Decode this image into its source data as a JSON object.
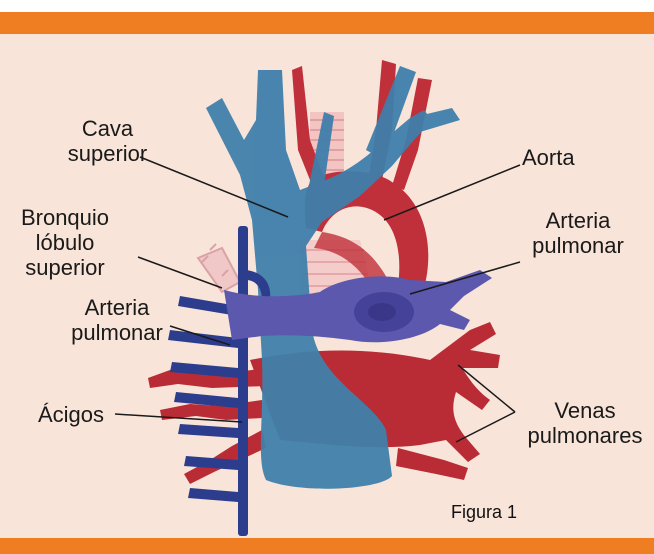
{
  "labels": {
    "cava_superior": [
      "Cava",
      "superior"
    ],
    "bronquio": [
      "Bronquio",
      "lóbulo",
      "superior"
    ],
    "arteria_pulmonar_left": [
      "Arteria",
      "pulmonar"
    ],
    "acigos": "Ácigos",
    "aorta": "Aorta",
    "arteria_pulmonar_right": [
      "Arteria",
      "pulmonar"
    ],
    "venas_pulmonares": [
      "Venas",
      "pulmonares"
    ]
  },
  "caption": "Figura 1",
  "colors": {
    "band": "#ef7d22",
    "background": "#f8e4d8",
    "vena_cava": "#3f7fab",
    "aorta": "#c0303a",
    "pulmonary_artery": "#5b58ad",
    "azygos": "#2d3d8e",
    "trachea": "#f1bfc0"
  }
}
